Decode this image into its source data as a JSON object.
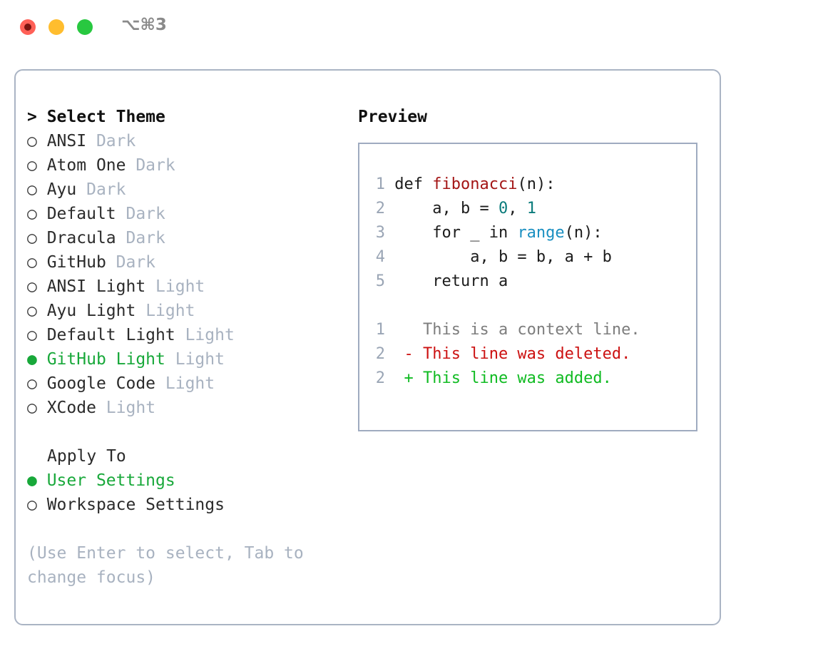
{
  "titlebar": {
    "shortcut": "⌥⌘3",
    "controls": [
      {
        "name": "close",
        "color": "#ff6057"
      },
      {
        "name": "minimize",
        "color": "#ffbd2e"
      },
      {
        "name": "maximize",
        "color": "#28c840"
      }
    ]
  },
  "theme_list": {
    "header": "> Select Theme",
    "selected_marker": "●",
    "unselected_marker": "○",
    "items": [
      {
        "marker": "○",
        "name": "ANSI",
        "kind": "Dark",
        "selected": false
      },
      {
        "marker": "○",
        "name": "Atom One",
        "kind": "Dark",
        "selected": false
      },
      {
        "marker": "○",
        "name": "Ayu",
        "kind": "Dark",
        "selected": false
      },
      {
        "marker": "○",
        "name": "Default",
        "kind": "Dark",
        "selected": false
      },
      {
        "marker": "○",
        "name": "Dracula",
        "kind": "Dark",
        "selected": false
      },
      {
        "marker": "○",
        "name": "GitHub",
        "kind": "Dark",
        "selected": false
      },
      {
        "marker": "○",
        "name": "ANSI Light",
        "kind": "Light",
        "selected": false
      },
      {
        "marker": "○",
        "name": "Ayu Light",
        "kind": "Light",
        "selected": false
      },
      {
        "marker": "○",
        "name": "Default Light",
        "kind": "Light",
        "selected": false
      },
      {
        "marker": "●",
        "name": "GitHub Light",
        "kind": "Light",
        "selected": true
      },
      {
        "marker": "○",
        "name": "Google Code",
        "kind": "Light",
        "selected": false
      },
      {
        "marker": "○",
        "name": "XCode",
        "kind": "Light",
        "selected": false
      }
    ]
  },
  "apply_to": {
    "label": "Apply To",
    "options": [
      {
        "marker": "●",
        "label": "User Settings",
        "selected": true
      },
      {
        "marker": "○",
        "label": "Workspace Settings",
        "selected": false
      }
    ]
  },
  "hint": "(Use Enter to select, Tab to change focus)",
  "preview": {
    "title": "Preview",
    "code_lines": [
      {
        "no": "1",
        "tokens": [
          {
            "t": "def ",
            "c": "kw"
          },
          {
            "t": "fibonacci",
            "c": "fn"
          },
          {
            "t": "(n):",
            "c": "plain"
          }
        ]
      },
      {
        "no": "2",
        "tokens": [
          {
            "t": "    a, b = ",
            "c": "plain"
          },
          {
            "t": "0",
            "c": "num"
          },
          {
            "t": ", ",
            "c": "plain"
          },
          {
            "t": "1",
            "c": "num"
          }
        ]
      },
      {
        "no": "3",
        "tokens": [
          {
            "t": "    for _ in ",
            "c": "plain"
          },
          {
            "t": "range",
            "c": "bi"
          },
          {
            "t": "(n):",
            "c": "plain"
          }
        ]
      },
      {
        "no": "4",
        "tokens": [
          {
            "t": "        a, b = b, a + b",
            "c": "plain"
          }
        ]
      },
      {
        "no": "5",
        "tokens": [
          {
            "t": "    return a",
            "c": "plain"
          }
        ]
      }
    ],
    "diff_lines": [
      {
        "no": "1",
        "sign": " ",
        "text": "This is a context line.",
        "kind": "context"
      },
      {
        "no": "2",
        "sign": "-",
        "text": "This line was deleted.",
        "kind": "deleted"
      },
      {
        "no": "2",
        "sign": "+",
        "text": "This line was added.",
        "kind": "added"
      }
    ]
  },
  "colors": {
    "selected_green": "#18a83a",
    "muted_gray": "#a8b2c0",
    "border": "#aab4c4",
    "function_red": "#a31515",
    "number_teal": "#0a7b7b",
    "builtin_blue": "#1a8fc1",
    "diff_delete": "#cc1111",
    "diff_add": "#10bb22",
    "line_number": "#9aa5b5"
  }
}
